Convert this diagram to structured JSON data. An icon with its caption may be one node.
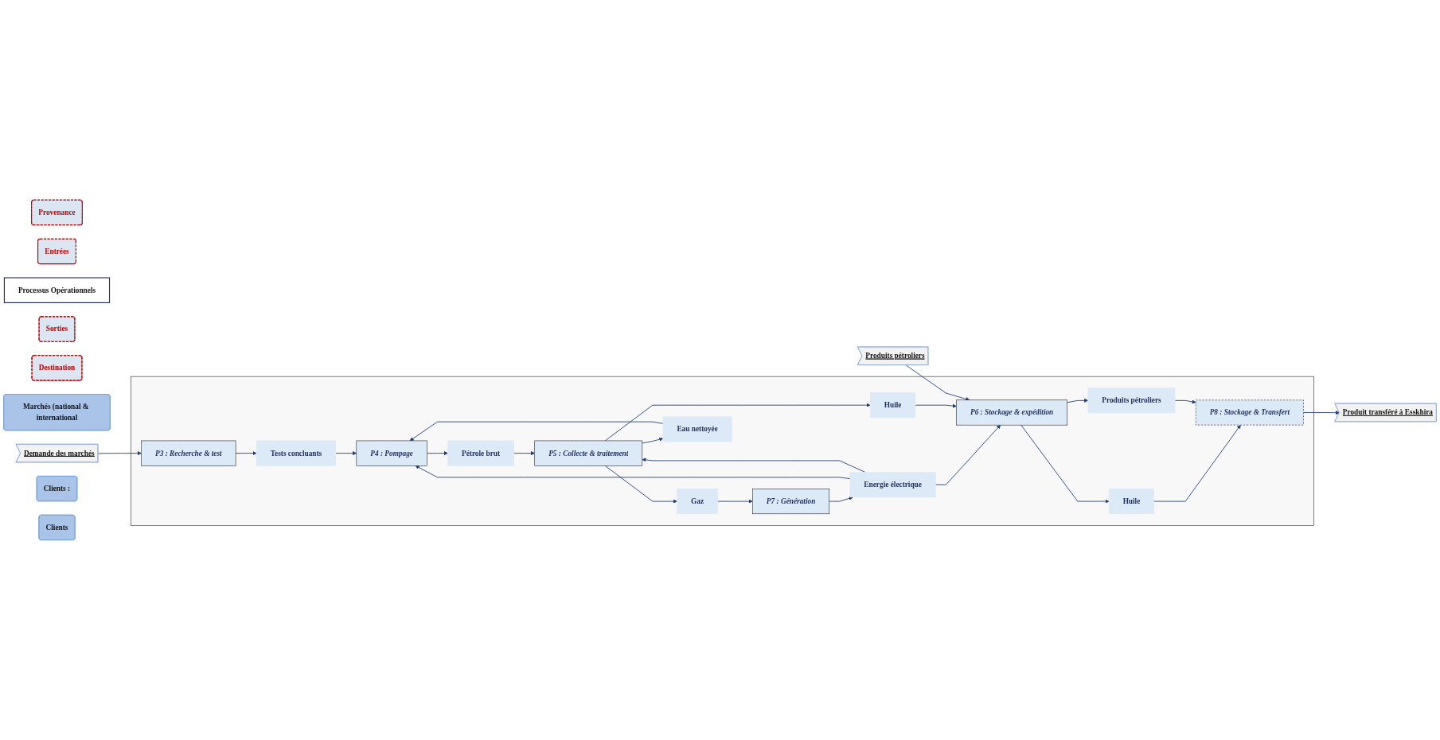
{
  "diagram": {
    "nodes": [
      {
        "text": [
          "Provenance"
        ]
      },
      {
        "text": [
          "Entrées"
        ]
      },
      {
        "text": [
          "Processus Opérationnels"
        ]
      },
      {
        "text": [
          "Sorties"
        ]
      },
      {
        "text": [
          "Destination"
        ]
      },
      {
        "text": [
          "Marchés (national & international"
        ]
      },
      {
        "text": [
          "Demande des marchés"
        ]
      },
      {
        "text": [],
        "shape": "box"
      },
      {
        "text": [
          "P3 : Recherche & test"
        ],
        "in": 7
      },
      {
        "text": [
          "Tests concluants"
        ],
        "in": 7
      },
      {
        "text": [
          "P4 : Pompage"
        ],
        "in": 7
      },
      {
        "text": [
          "Pétrole brut"
        ],
        "in": 7
      },
      {
        "text": [
          "Gaz"
        ],
        "in": 7
      },
      {
        "text": [
          "P7 : Génération"
        ],
        "in": 7
      },
      {
        "text": [
          "Energie électrique"
        ],
        "in": 7
      },
      {
        "text": [
          "P5 : Collecte & traitement"
        ],
        "in": 7
      },
      {
        "text": [
          "Eau nettoyée"
        ],
        "in": 7
      },
      {
        "text": [
          "Huile"
        ],
        "in": 7
      },
      {
        "text": [
          "P6 : Stockage & expédition"
        ],
        "in": 7
      },
      {
        "text": [
          "Huile"
        ],
        "in": 7
      },
      {
        "text": [
          "Produits pétroliers"
        ],
        "in": 7
      },
      {
        "text": [
          "P8 : Stockage & Transfert"
        ],
        "in": 7
      },
      {
        "text": [
          "Clients :"
        ]
      },
      {
        "text": [
          "Produits pétroliers"
        ]
      },
      {
        "text": [
          "Produit transféré à Esskhira"
        ]
      },
      {
        "text": [
          "Clients"
        ]
      }
    ],
    "edges": [
      {
        "from": 6,
        "to": 8,
        "arrow": "to"
      },
      {
        "from": 8,
        "to": 9,
        "arrow": "to"
      },
      {
        "from": 9,
        "to": 10,
        "arrow": "to"
      },
      {
        "from": 14,
        "to": 10,
        "arrow": "to"
      },
      {
        "from": 16,
        "to": 10,
        "arrow": "to"
      },
      {
        "from": 10,
        "to": 11,
        "arrow": "to"
      },
      {
        "from": 11,
        "to": 15,
        "arrow": "to"
      },
      {
        "from": 14,
        "to": 15,
        "arrow": "to"
      },
      {
        "from": 15,
        "to": 12,
        "arrow": "to"
      },
      {
        "from": 12,
        "to": 13,
        "arrow": "to"
      },
      {
        "from": 13,
        "to": 14,
        "arrow": "to"
      },
      {
        "from": 15,
        "to": 16,
        "arrow": "to"
      },
      {
        "from": 15,
        "to": 17,
        "arrow": "to"
      },
      {
        "from": 14,
        "to": 18,
        "arrow": "to"
      },
      {
        "from": 17,
        "to": 18,
        "arrow": "to"
      },
      {
        "from": 23,
        "to": 18,
        "arrow": "to"
      },
      {
        "from": 18,
        "to": 19,
        "arrow": "to"
      },
      {
        "from": 18,
        "to": 20,
        "arrow": "to"
      },
      {
        "from": 19,
        "to": 21,
        "arrow": "to"
      },
      {
        "from": 20,
        "to": 21,
        "arrow": "to"
      },
      {
        "from": 21,
        "to": 24,
        "arrow": "to"
      }
    ]
  }
}
